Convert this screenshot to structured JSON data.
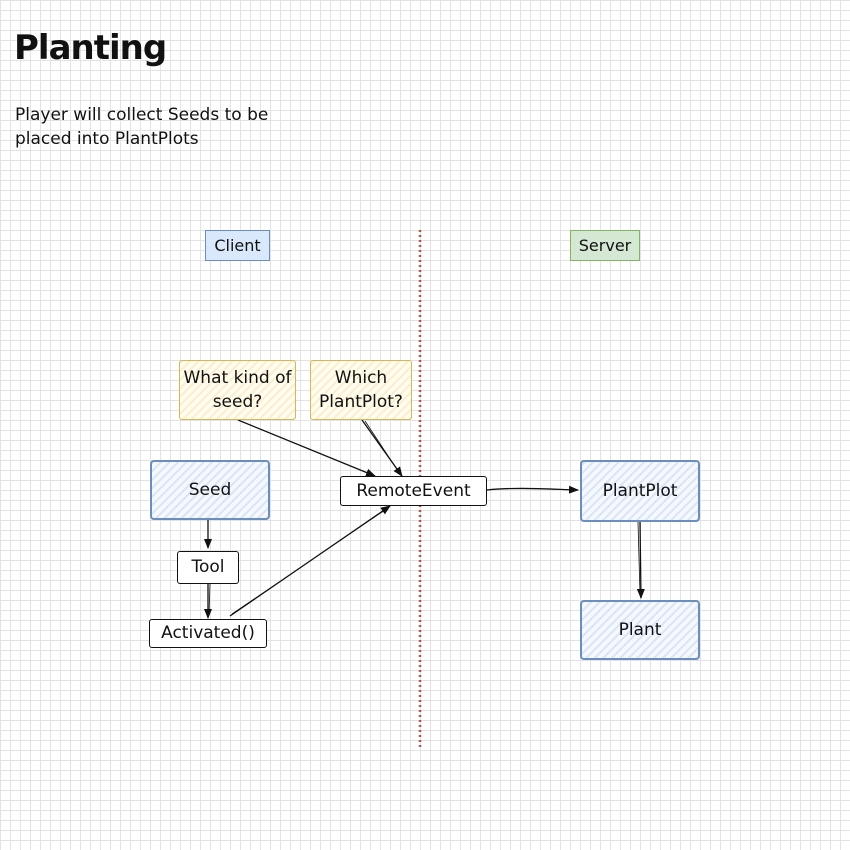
{
  "header": {
    "title": "Planting",
    "description": "Player will collect Seeds to be placed into PlantPlots"
  },
  "lanes": {
    "client": "Client",
    "server": "Server"
  },
  "questions": {
    "seed_kind": "What kind of seed?",
    "which_plot": "Which PlantPlot?"
  },
  "nodes": {
    "seed": "Seed",
    "tool": "Tool",
    "activated": "Activated()",
    "remote_event": "RemoteEvent",
    "plant_plot": "PlantPlot",
    "plant": "Plant"
  },
  "colors": {
    "client_fill": "#dae8fc",
    "client_stroke": "#6c8ebf",
    "server_fill": "#d5e8d4",
    "server_stroke": "#82b366",
    "note_fill": "#fff2cc",
    "note_stroke": "#d6b656",
    "divider": "#b85450"
  }
}
